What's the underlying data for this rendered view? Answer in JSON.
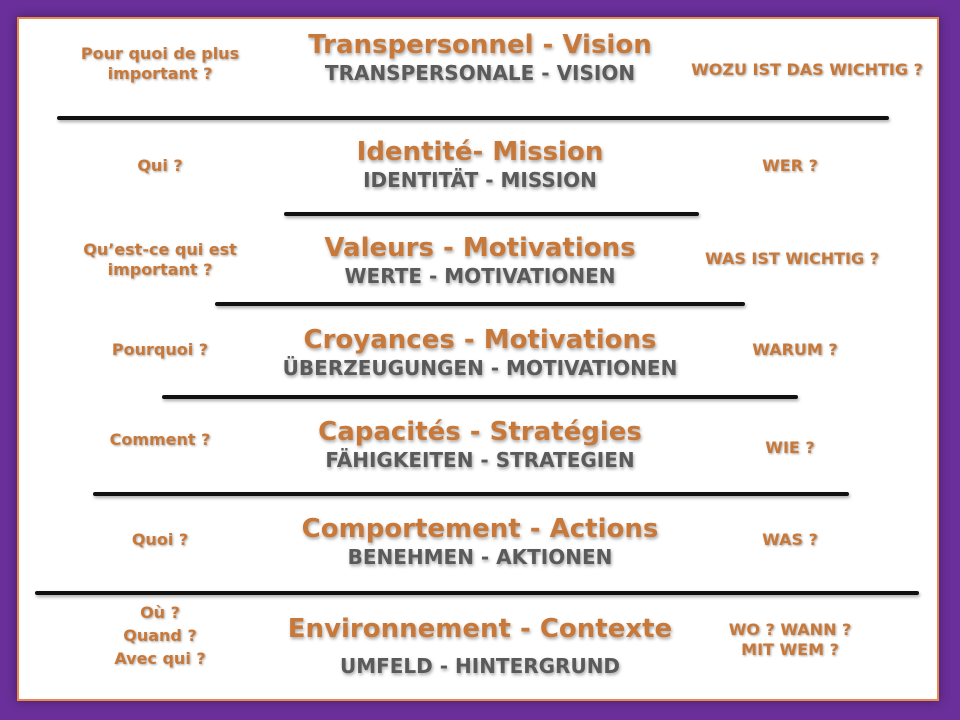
{
  "levels": [
    {
      "fr_question": "Pour quoi de plus important ?",
      "title": "Transpersonnel - Vision",
      "subtitle": "TRANSPERSONALE - VISION",
      "de_question": "WOZU IST DAS WICHTIG ?"
    },
    {
      "fr_question": "Qui ?",
      "title": "Identité- Mission",
      "subtitle": "IDENTITÄT - MISSION",
      "de_question": "WER ?"
    },
    {
      "fr_question": "Qu’est-ce qui est important ?",
      "title": "Valeurs - Motivations",
      "subtitle": "WERTE - MOTIVATIONEN",
      "de_question": "WAS IST WICHTIG ?"
    },
    {
      "fr_question": "Pourquoi ?",
      "title": "Croyances - Motivations",
      "subtitle": "ÜBERZEUGUNGEN - MOTIVATIONEN",
      "de_question": "WARUM ?"
    },
    {
      "fr_question": "Comment ?",
      "title": "Capacités - Stratégies",
      "subtitle": "FÄHIGKEITEN - STRATEGIEN",
      "de_question": "WIE ?"
    },
    {
      "fr_question": "Quoi ?",
      "title": "Comportement - Actions",
      "subtitle": "BENEHMEN - AKTIONEN",
      "de_question": "WAS ?"
    },
    {
      "fr_question_lines": [
        "Où ?",
        "Quand ?",
        "Avec qui ?"
      ],
      "title": "Environnement - Contexte",
      "subtitle": "UMFELD - HINTERGRUND",
      "de_question_lines": [
        "WO ? WANN ?",
        "MIT WEM ?"
      ]
    }
  ],
  "colors": {
    "background": "#6a2f9a",
    "frame_border": "#e98a4a",
    "accent": "#c8793a",
    "subtitle": "#5a5a5a",
    "divider": "#111111"
  }
}
